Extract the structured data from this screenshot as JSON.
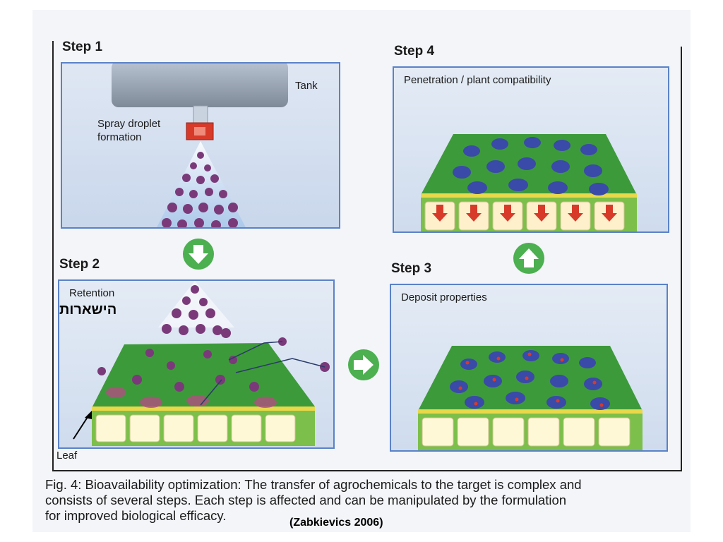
{
  "steps": {
    "step1": {
      "title": "Step 1",
      "tank_label": "Tank",
      "spray_label_line1": "Spray droplet",
      "spray_label_line2": "formation"
    },
    "step2": {
      "title": "Step 2",
      "retention_label": "Retention",
      "hebrew_label": "הישארות",
      "leaf_label": "Leaf"
    },
    "step3": {
      "title": "Step 3",
      "deposit_label": "Deposit properties"
    },
    "step4": {
      "title": "Step 4",
      "penetration_label": "Penetration / plant compatibility"
    }
  },
  "caption": {
    "line1": "Fig. 4: Bioavailability optimization: The transfer of agrochemicals to the target is complex and",
    "line2": "consists of several steps. Each step is affected and can be manipulated by the formulation",
    "line3": "for improved biological efficacy."
  },
  "citation": "(Zabkievics 2006)",
  "icons": {
    "down_arrow": "green-circle-down-arrow-icon",
    "right_arrow": "green-circle-right-arrow-icon",
    "up_arrow": "green-circle-up-arrow-icon",
    "leaf_pointer": "black-pointer-arrow-icon"
  },
  "colors": {
    "panel_border": "#5a82c8",
    "leaf_green": "#3d9a3a",
    "droplet_purple": "#6a3a8a",
    "arrow_green": "#4caf50",
    "penetration_red": "#d83a2a"
  }
}
